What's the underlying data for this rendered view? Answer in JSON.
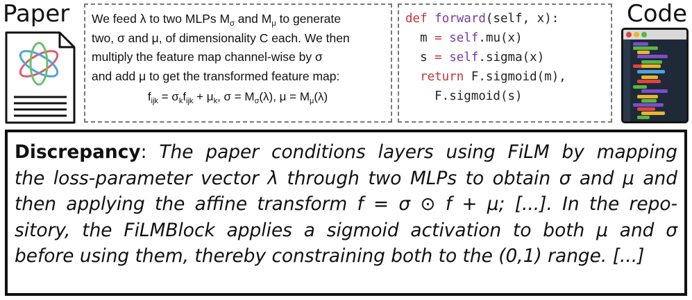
{
  "headings": {
    "paper": "Paper",
    "code": "Code"
  },
  "icons": {
    "paper": "paper-document-icon",
    "code": "code-editor-screenshot-icon"
  },
  "colors": {
    "keyword": "#c8343a",
    "function": "#7a3aa8",
    "border": "#111111",
    "dashed_border": "#777777"
  },
  "paper_excerpt": {
    "text": "We feed λ to two MLPs  M_σ and M_μ to generate two, σ and μ, of dimensionality C each. We then multiply the feature map channel-wise by σ and add μ to get the transformed feature map:",
    "lines": [
      [
        "We feed λ to two MLPs  M",
        "σ",
        " and M",
        "μ",
        " to generate"
      ],
      [
        "two, σ and μ, of dimensionality C each. We then"
      ],
      [
        "multiply the feature map channel-wise by σ"
      ],
      [
        "and add μ to get the transformed feature map:"
      ]
    ],
    "formula": {
      "f": "f",
      "f_sub": "ijk",
      "eq1": " = σ",
      "sigma_sub": "k",
      "f2": "f",
      "f2_sub": "ijk",
      "plus": " + μ",
      "mu_sub": "k",
      "sep1": ",    σ = M",
      "M_sigma_sub": "σ",
      "lam1": "(λ),    μ = M",
      "M_mu_sub": "μ",
      "lam2": "(λ)"
    }
  },
  "code_excerpt": {
    "lines": [
      [
        {
          "t": "def ",
          "c": "kw"
        },
        {
          "t": "forward",
          "c": "fn"
        },
        {
          "t": "(self, x):",
          "c": "pl"
        }
      ],
      [
        {
          "t": "  m ",
          "c": "pl"
        },
        {
          "t": "=",
          "c": "kw"
        },
        {
          "t": " ",
          "c": "pl"
        },
        {
          "t": "self",
          "c": "fn"
        },
        {
          "t": ".mu(x)",
          "c": "pl"
        }
      ],
      [
        {
          "t": "  s ",
          "c": "pl"
        },
        {
          "t": "=",
          "c": "kw"
        },
        {
          "t": " ",
          "c": "pl"
        },
        {
          "t": "self",
          "c": "fn"
        },
        {
          "t": ".sigma(x)",
          "c": "pl"
        }
      ],
      [
        {
          "t": "  return",
          "c": "kw"
        },
        {
          "t": " F.sigmoid(m),",
          "c": "pl"
        }
      ],
      [
        {
          "t": "    F.sigmoid(s)",
          "c": "pl"
        }
      ]
    ]
  },
  "discrepancy": {
    "label": "Discrepancy",
    "colon": ": ",
    "lines": [
      "The paper conditions layers using FiLM by mapping",
      "the loss-parameter vector λ through two MLPs to obtain σ and μ and",
      "then applying the affine transform f = σ ⊙ f + μ; [...]. In the repo-",
      "sitory, the FiLMBlock applies a sigmoid activation to both μ and σ",
      "before using them, thereby constraining both to the (0,1) range. [...]"
    ]
  }
}
